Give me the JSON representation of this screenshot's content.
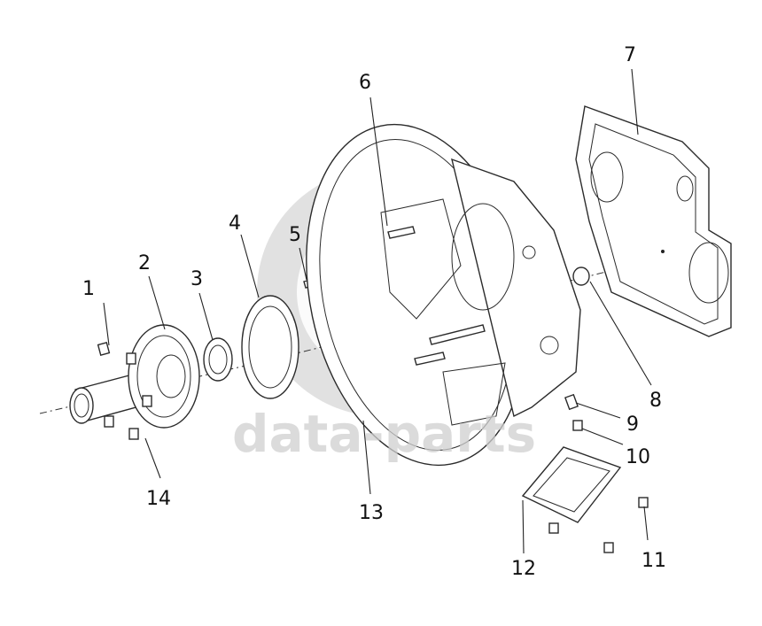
{
  "diagram": {
    "callouts": [
      {
        "id": "1",
        "label": "1"
      },
      {
        "id": "2",
        "label": "2"
      },
      {
        "id": "3",
        "label": "3"
      },
      {
        "id": "4",
        "label": "4"
      },
      {
        "id": "5",
        "label": "5"
      },
      {
        "id": "6",
        "label": "6"
      },
      {
        "id": "7",
        "label": "7"
      },
      {
        "id": "8",
        "label": "8"
      },
      {
        "id": "9",
        "label": "9"
      },
      {
        "id": "10",
        "label": "10"
      },
      {
        "id": "11",
        "label": "11"
      },
      {
        "id": "12",
        "label": "12"
      },
      {
        "id": "13",
        "label": "13"
      },
      {
        "id": "14",
        "label": "14"
      }
    ],
    "watermark": {
      "text": "data-parts"
    },
    "colors": {
      "line": "#2b2b2b",
      "watermark": "#c9c9c9",
      "background": "#ffffff"
    }
  }
}
